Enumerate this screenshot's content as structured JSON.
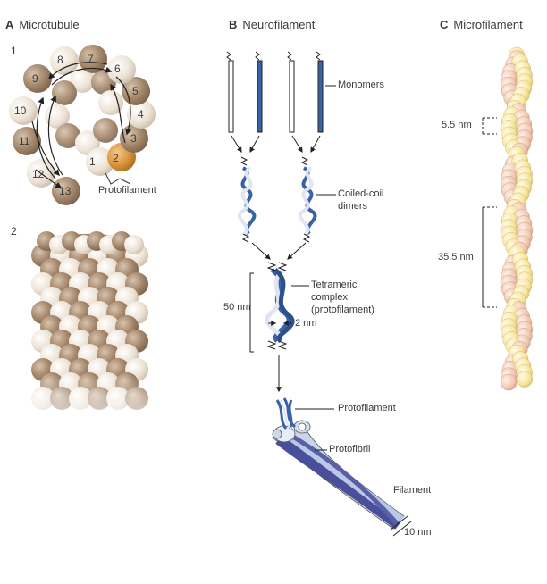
{
  "panels": {
    "a": {
      "letter": "A",
      "title": "Microtubule",
      "sub1": "1",
      "sub2": "2",
      "protofilament_label": "Protofilament",
      "subunit_numbers": [
        "1",
        "2",
        "3",
        "4",
        "5",
        "6",
        "7",
        "8",
        "9",
        "10",
        "11",
        "12",
        "13"
      ]
    },
    "b": {
      "letter": "B",
      "title": "Neurofilament",
      "monomers": "Monomers",
      "dimers_l1": "Coiled-coil",
      "dimers_l2": "dimers",
      "tet_l1": "Tetrameric",
      "tet_l2": "complex",
      "tet_l3": "(protofilament)",
      "len": "50 nm",
      "width": "2 nm",
      "protofilament": "Protofilament",
      "protofibril": "Protofibril",
      "filament": "Filament",
      "filament_width": "10 nm"
    },
    "c": {
      "letter": "C",
      "title": "Microfilament",
      "d1": "5.5 nm",
      "d2": "35.5 nm"
    }
  },
  "colors": {
    "dark_bead": "#a08468",
    "light_bead": "#ece2d4",
    "highlight": "#d9963e",
    "blue": "#3a62a6",
    "actin_yellow": "#f7e49a",
    "actin_pink": "#f0c8b0"
  }
}
